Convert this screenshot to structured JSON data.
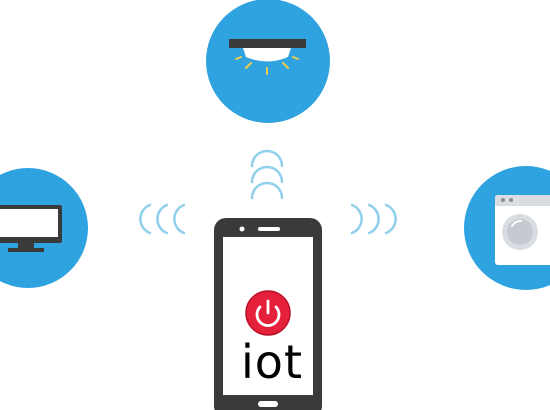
{
  "phone": {
    "label": "iot",
    "power_icon": "power-icon"
  },
  "devices": [
    {
      "name": "ceiling-light",
      "icon": "ceiling-lamp-icon"
    },
    {
      "name": "television",
      "icon": "tv-icon"
    },
    {
      "name": "washing-machine",
      "icon": "washing-machine-icon"
    }
  ],
  "signals": {
    "icon": "wifi-signal-icon",
    "directions": [
      "up",
      "left",
      "right"
    ]
  },
  "colors": {
    "device_circle": "#2fa3df",
    "power_button": "#e5203a",
    "phone_body": "#3a3a3a",
    "signal_arc": "#8fd0ec",
    "lamp_glow": "#f2c94c"
  }
}
